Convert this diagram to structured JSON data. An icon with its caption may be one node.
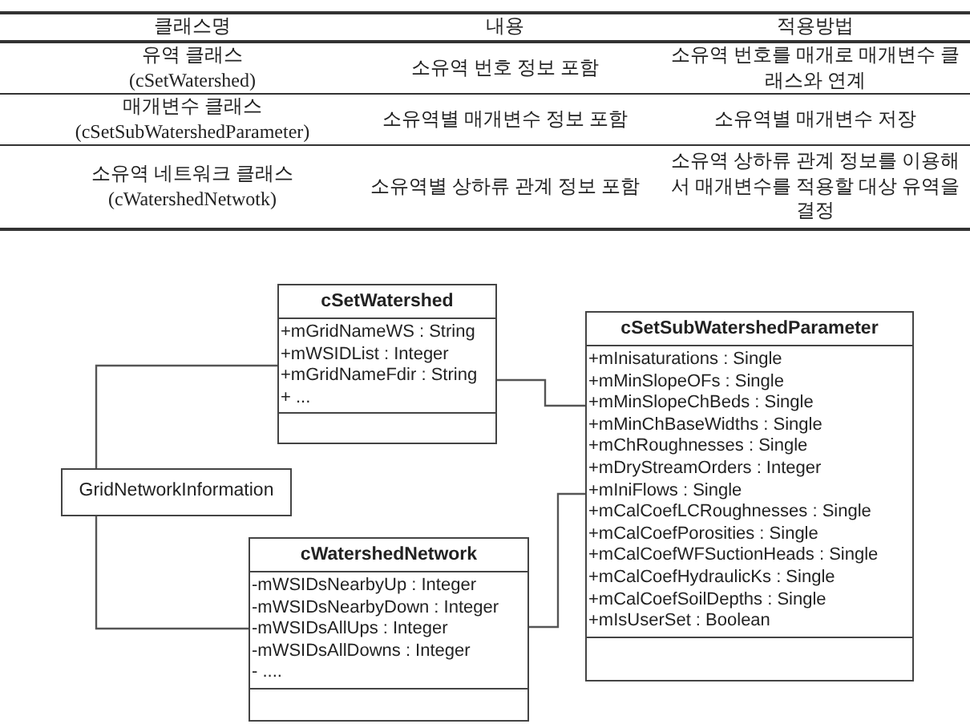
{
  "diagram": {
    "nodes": [
      {
        "text": [
          "cSetWatershed",
          "+mGridNameWS : String",
          "+mWSIDList : Integer",
          "+mGridNameFdir : String",
          "+ ..."
        ]
      },
      {
        "text": [
          "cSetSubWatershedParameter",
          "+mInisaturations : Single",
          "+mMinSlopeOFs : Single",
          "+mMinSlopeChBeds : Single",
          "+mMinChBaseWidths : Single",
          "+mChRoughnesses : Single",
          "+mDryStreamOrders : Integer",
          "+mIniFlows : Single",
          "+mCalCoefLCRoughnesses : Single",
          "+mCalCoefPorosities : Single",
          "+mCalCoefWFSuctionHeads : Single",
          "+mCalCoefHydraulicKs : Single",
          "+mCalCoefSoilDepths : Single",
          "+mIsUserSet : Boolean"
        ]
      },
      {
        "text": [
          "GridNetworkInformation"
        ]
      },
      {
        "text": [
          "cWatershedNetwork",
          "-mWSIDsNearbyUp : Integer",
          "-mWSIDsNearbyDown : Integer",
          "-mWSIDsAllUps : Integer",
          "-mWSIDsAllDowns : Integer",
          "- ...."
        ]
      }
    ],
    "edges": [
      {
        "from": 2,
        "to": 0,
        "arrow": "none"
      },
      {
        "from": 0,
        "to": 1,
        "arrow": "none"
      },
      {
        "from": 2,
        "to": 3,
        "arrow": "none"
      },
      {
        "from": 3,
        "to": 1,
        "arrow": "none"
      }
    ],
    "labels": [
      "클래스명",
      "내용",
      "적용방법",
      "유역 클래스 (cSetWatershed)",
      "소유역 번호 정보 포함",
      "소유역 번호를 매개로 매개변수 클래스와 연계",
      "매개변수 클래스 (cSetSubWatershedParameter)",
      "소유역별 매개변수 정보 포함",
      "소유역별 매개변수 저장",
      "소유역 네트워크 클래스 (cWatershedNetwotk)",
      "소유역별 상하류 관계 정보 포함",
      "소유역 상하류 관계 정보를 이용해서 매개변수를 적용할 대상 유역을 결정"
    ]
  }
}
